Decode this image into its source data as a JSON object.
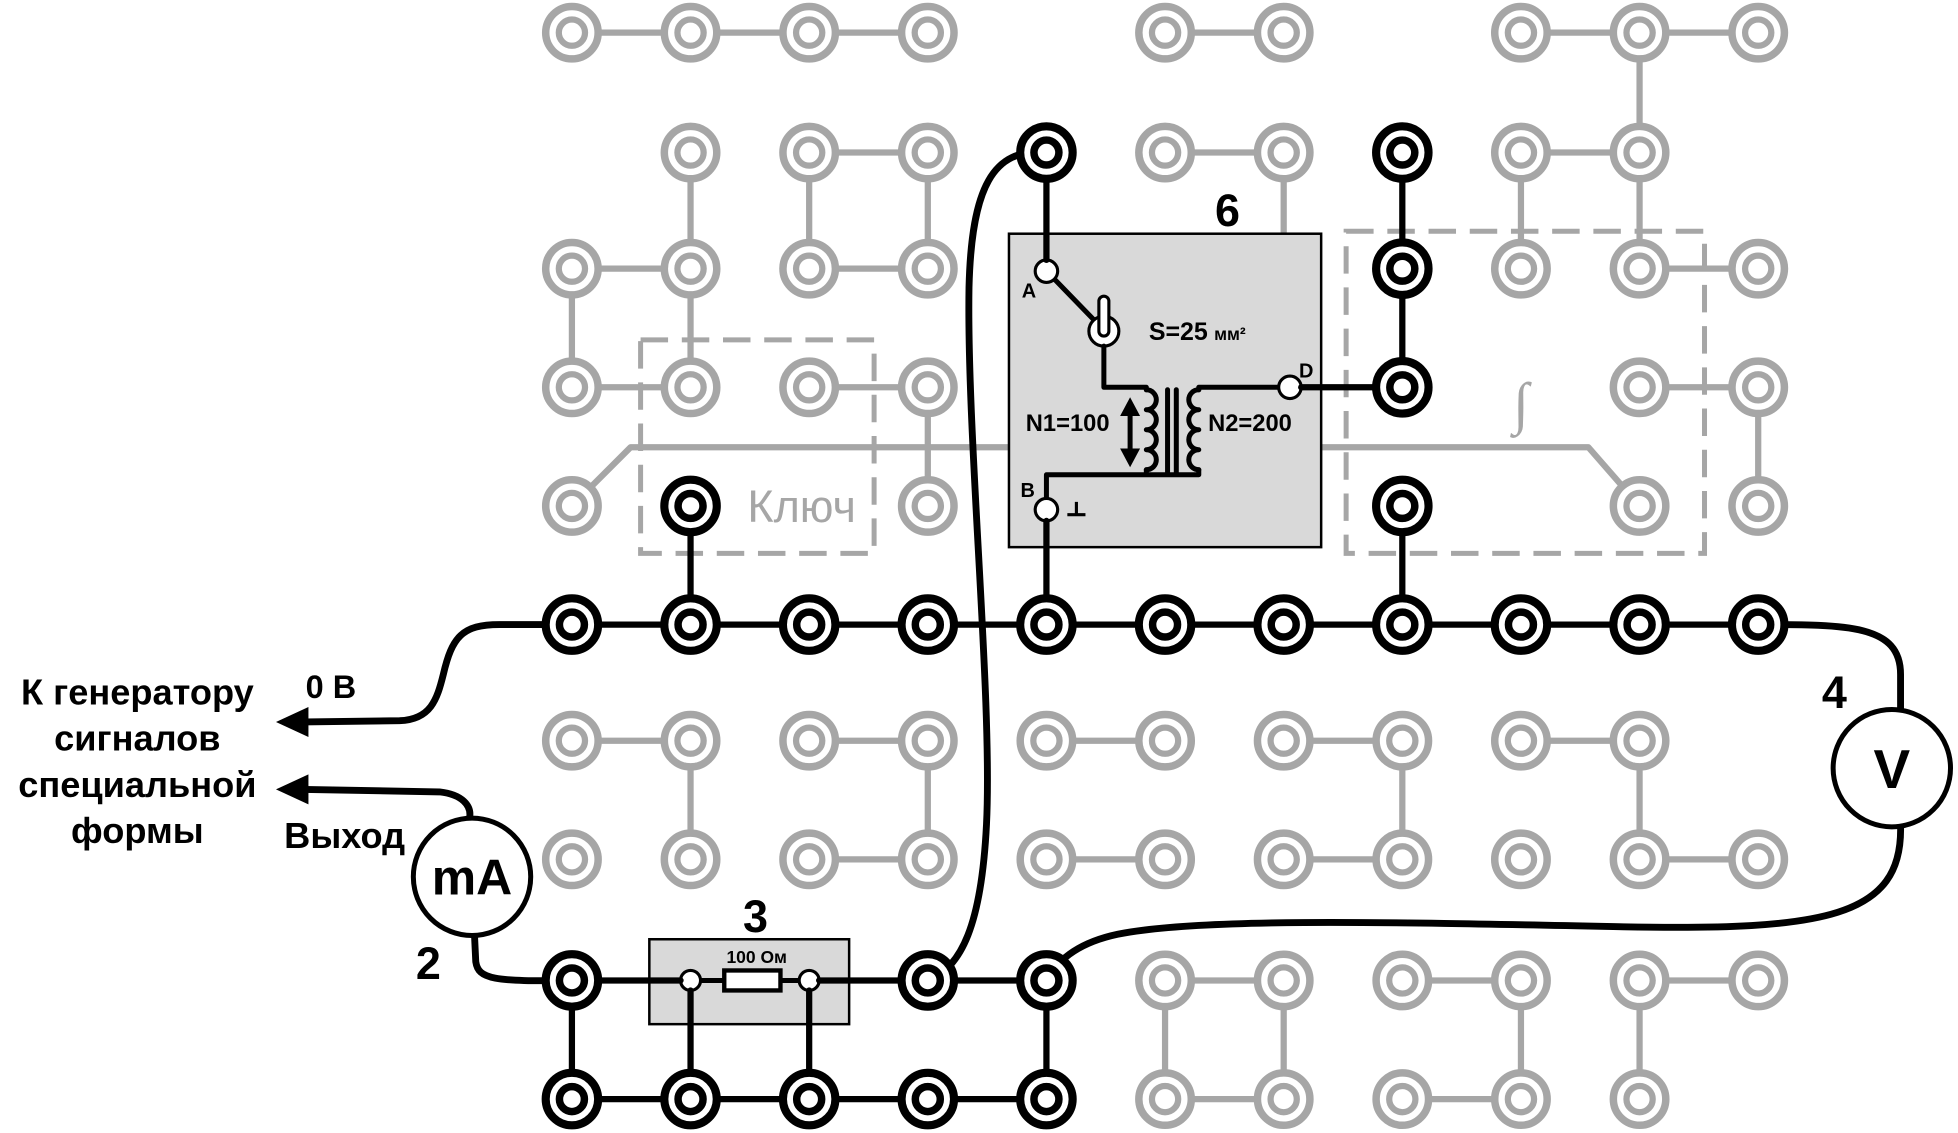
{
  "diagram": {
    "generator_label_lines": [
      "К генератору",
      "сигналов",
      "специальной",
      "формы"
    ],
    "zero_volt_label": "0 В",
    "output_label": "Выход",
    "ammeter": {
      "symbol": "mA",
      "number": "2"
    },
    "resistor": {
      "value": "100 Ом",
      "number": "3"
    },
    "voltmeter": {
      "symbol": "V",
      "number": "4"
    },
    "transformer": {
      "number": "6",
      "terminal_a": "A",
      "terminal_b": "B",
      "terminal_d": "D",
      "area_label": "S=25",
      "area_unit": "мм²",
      "primary_turns": "N1=100",
      "secondary_turns": "N2=200"
    },
    "key_module_label": "Ключ",
    "integrator_symbol": "∫"
  },
  "icons": {
    "ground": "ground-icon",
    "adjustment_arrow": "double-arrow-icon",
    "signal_arrow": "arrow-left-icon",
    "switch": "switch-toggle-icon"
  },
  "colors": {
    "wire": "#000000",
    "inactive": "#a6a6a6",
    "module_fill": "#d9d9d9",
    "background": "#ffffff"
  }
}
